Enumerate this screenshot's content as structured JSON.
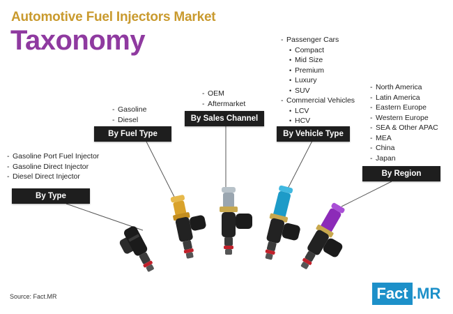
{
  "header": {
    "title": "Automotive Fuel Injectors Market",
    "subtitle": "Taxonomy"
  },
  "colors": {
    "title": "#c99a2e",
    "subtitle": "#8f3aa0",
    "box_fill": "#1e1e1e",
    "logo_blue": "#1d90c9",
    "injector_black": "#1b1b1b",
    "injector_gold": "#d9a22b",
    "injector_silver": "#9aa6b0",
    "injector_blue": "#1d9bc8",
    "injector_purple": "#8c2bb8",
    "oring_red": "#c0202a"
  },
  "segments": {
    "by_type": {
      "label": "By Type",
      "items": [
        "Gasoline Port Fuel Injector",
        "Gasoline Direct Injector",
        "Diesel Direct Injector"
      ]
    },
    "by_fuel_type": {
      "label": "By Fuel Type",
      "items": [
        "Gasoline",
        "Diesel"
      ]
    },
    "by_sales_channel": {
      "label": "By Sales Channel",
      "items": [
        "OEM",
        "Aftermarket"
      ]
    },
    "by_vehicle_type": {
      "label": "By Vehicle Type",
      "groups": [
        {
          "name": "Passenger Cars",
          "items": [
            "Compact",
            "Mid Size",
            "Premium",
            "Luxury",
            "SUV"
          ]
        },
        {
          "name": "Commercial Vehicles",
          "items": [
            "LCV",
            "HCV"
          ]
        }
      ]
    },
    "by_region": {
      "label": "By Region",
      "items": [
        "North America",
        "Latin America",
        "Eastern Europe",
        "Western Europe",
        "SEA & Other APAC",
        "MEA",
        "China",
        "Japan"
      ]
    }
  },
  "footer": {
    "source": "Source: Fact.MR",
    "logo_part1": "Fact",
    "logo_part2": ".MR"
  },
  "icons": {
    "injector": "fuel-injector-icon",
    "connector": "connector-line"
  }
}
